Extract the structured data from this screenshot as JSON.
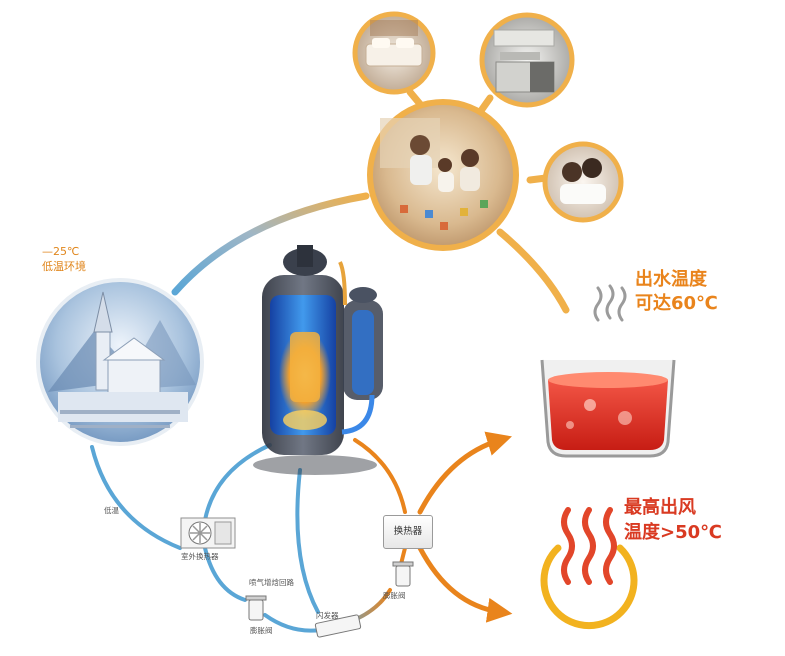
{
  "labels": {
    "low_temp_value": "—25℃",
    "low_temp_env": "低温环境",
    "water_temp_line1": "出水温度",
    "water_temp_line2": "可达60℃",
    "air_temp_line1": "最高出风",
    "air_temp_line2": "温度>50℃",
    "heat_exchanger": "换热器",
    "outdoor_heat_exchanger": "室外换热器",
    "low_temp_short": "低温",
    "jet_enthalpy_circuit": "喷气增焓回路",
    "expansion_valve_left": "膨胀阀",
    "flash_tank": "闪发器",
    "expansion_valve_right": "膨胀阀"
  },
  "colors": {
    "hot": "#e9841c",
    "hot_red": "#d93a22",
    "cold": "#5aa6d6",
    "outer_ring": "#f0b04a"
  },
  "icons": [
    "snowy-village-photo",
    "family-home-photo",
    "bedroom-photo",
    "kitchen-photo",
    "couple-photo",
    "compressor-icon",
    "hot-water-pot-icon",
    "warm-air-icon",
    "outdoor-unit-icon",
    "valve-icon"
  ]
}
